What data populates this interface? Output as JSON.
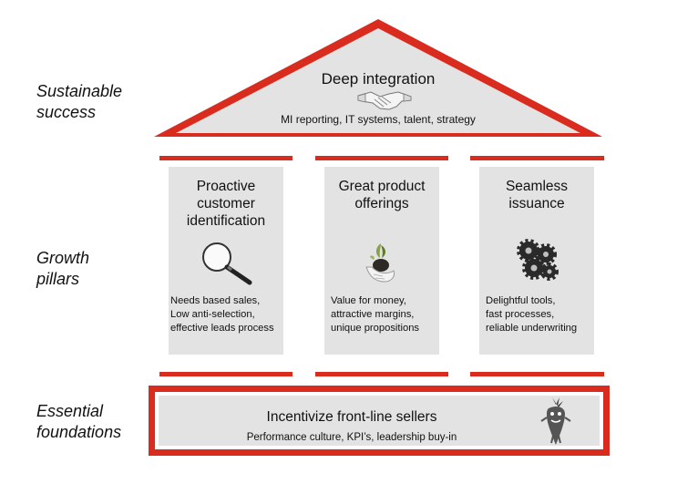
{
  "left_labels": {
    "sustainable": "Sustainable\nsuccess",
    "growth": "Growth\npillars",
    "essential": "Essential\nfoundations"
  },
  "roof": {
    "title": "Deep integration",
    "subtitle": "MI reporting, IT systems, talent, strategy",
    "icon": "handshake-icon"
  },
  "pillars": [
    {
      "title": "Proactive\ncustomer\nidentification",
      "description": "Needs based sales,\nLow anti-selection,\neffective leads process",
      "icon": "magnifying-glass-icon"
    },
    {
      "title": "Great product\nofferings",
      "description": "Value for money,\nattractive margins,\nunique propositions",
      "icon": "plant-in-hand-icon"
    },
    {
      "title": "Seamless\nissuance",
      "description": "Delightful tools,\nfast processes,\nreliable underwriting",
      "icon": "gears-icon"
    }
  ],
  "foundation": {
    "title": "Incentivize front-line sellers",
    "subtitle": "Performance culture, KPI’s, leadership buy-in",
    "icon": "carrot-icon"
  },
  "colors": {
    "accent": "#d92b1e",
    "panel": "#e3e3e3"
  }
}
